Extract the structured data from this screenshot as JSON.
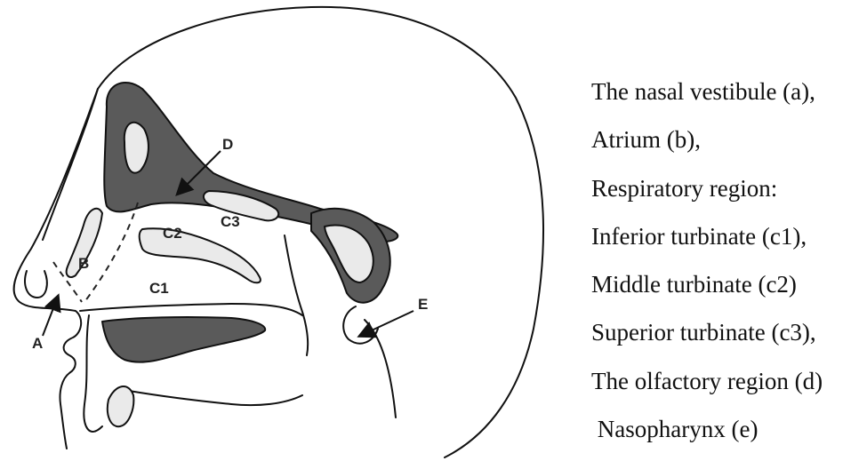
{
  "diagram_labels": {
    "a": "A",
    "b": "B",
    "c1": "C1",
    "c2": "C2",
    "c3": "C3",
    "d": "D",
    "e": "E"
  },
  "legend": [
    "The nasal vestibule (a),",
    "Atrium (b),",
    "Respiratory region:",
    "Inferior turbinate (c1),",
    "Middle turbinate (c2)",
    "Superior turbinate (c3),",
    "The olfactory region (d)",
    " Nasopharynx (e)"
  ],
  "colors": {
    "bone": "#5a5a5a",
    "cavity": "#eaeaea",
    "line": "#111111"
  }
}
